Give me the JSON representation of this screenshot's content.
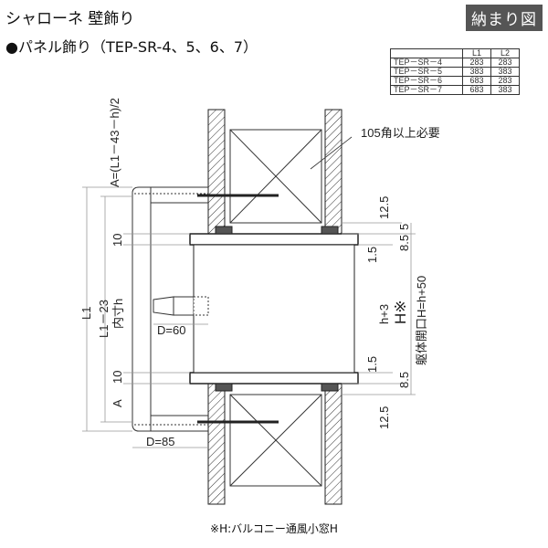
{
  "header": {
    "title": "シャローネ 壁飾り",
    "badge": "納まり図"
  },
  "subtitle": "●パネル飾り（TEP-SR-4、5、6、7）",
  "spec_table": {
    "columns": [
      "",
      "L1",
      "L2"
    ],
    "rows": [
      [
        "TEP－SR－4",
        "283",
        "283"
      ],
      [
        "TEP－SR－5",
        "383",
        "383"
      ],
      [
        "TEP－SR－6",
        "683",
        "283"
      ],
      [
        "TEP－SR－7",
        "683",
        "383"
      ]
    ]
  },
  "drawing": {
    "a_formula": "A=(L1－43－h)/2",
    "l1": "L1",
    "l1_23": "L1－23",
    "inner_h": "内寸h",
    "ten_top": "10",
    "ten_bottom": "10",
    "a_bottom": "A",
    "d60": "D=60",
    "d85": "D=85",
    "note_105": "105角以上必要",
    "dim_12_5_top": "12.5",
    "dim_5": "5",
    "dim_8_5_top": "8.5",
    "dim_1_5_top": "1.5",
    "h_plus_3": "h+3",
    "H_mark": "H※",
    "opening": "躯体開口H=h+50",
    "dim_1_5_bottom": "1.5",
    "dim_8_5_bottom": "8.5",
    "dim_12_5_bottom": "12.5"
  },
  "footnote": "※H:バルコニー通風小窓H"
}
